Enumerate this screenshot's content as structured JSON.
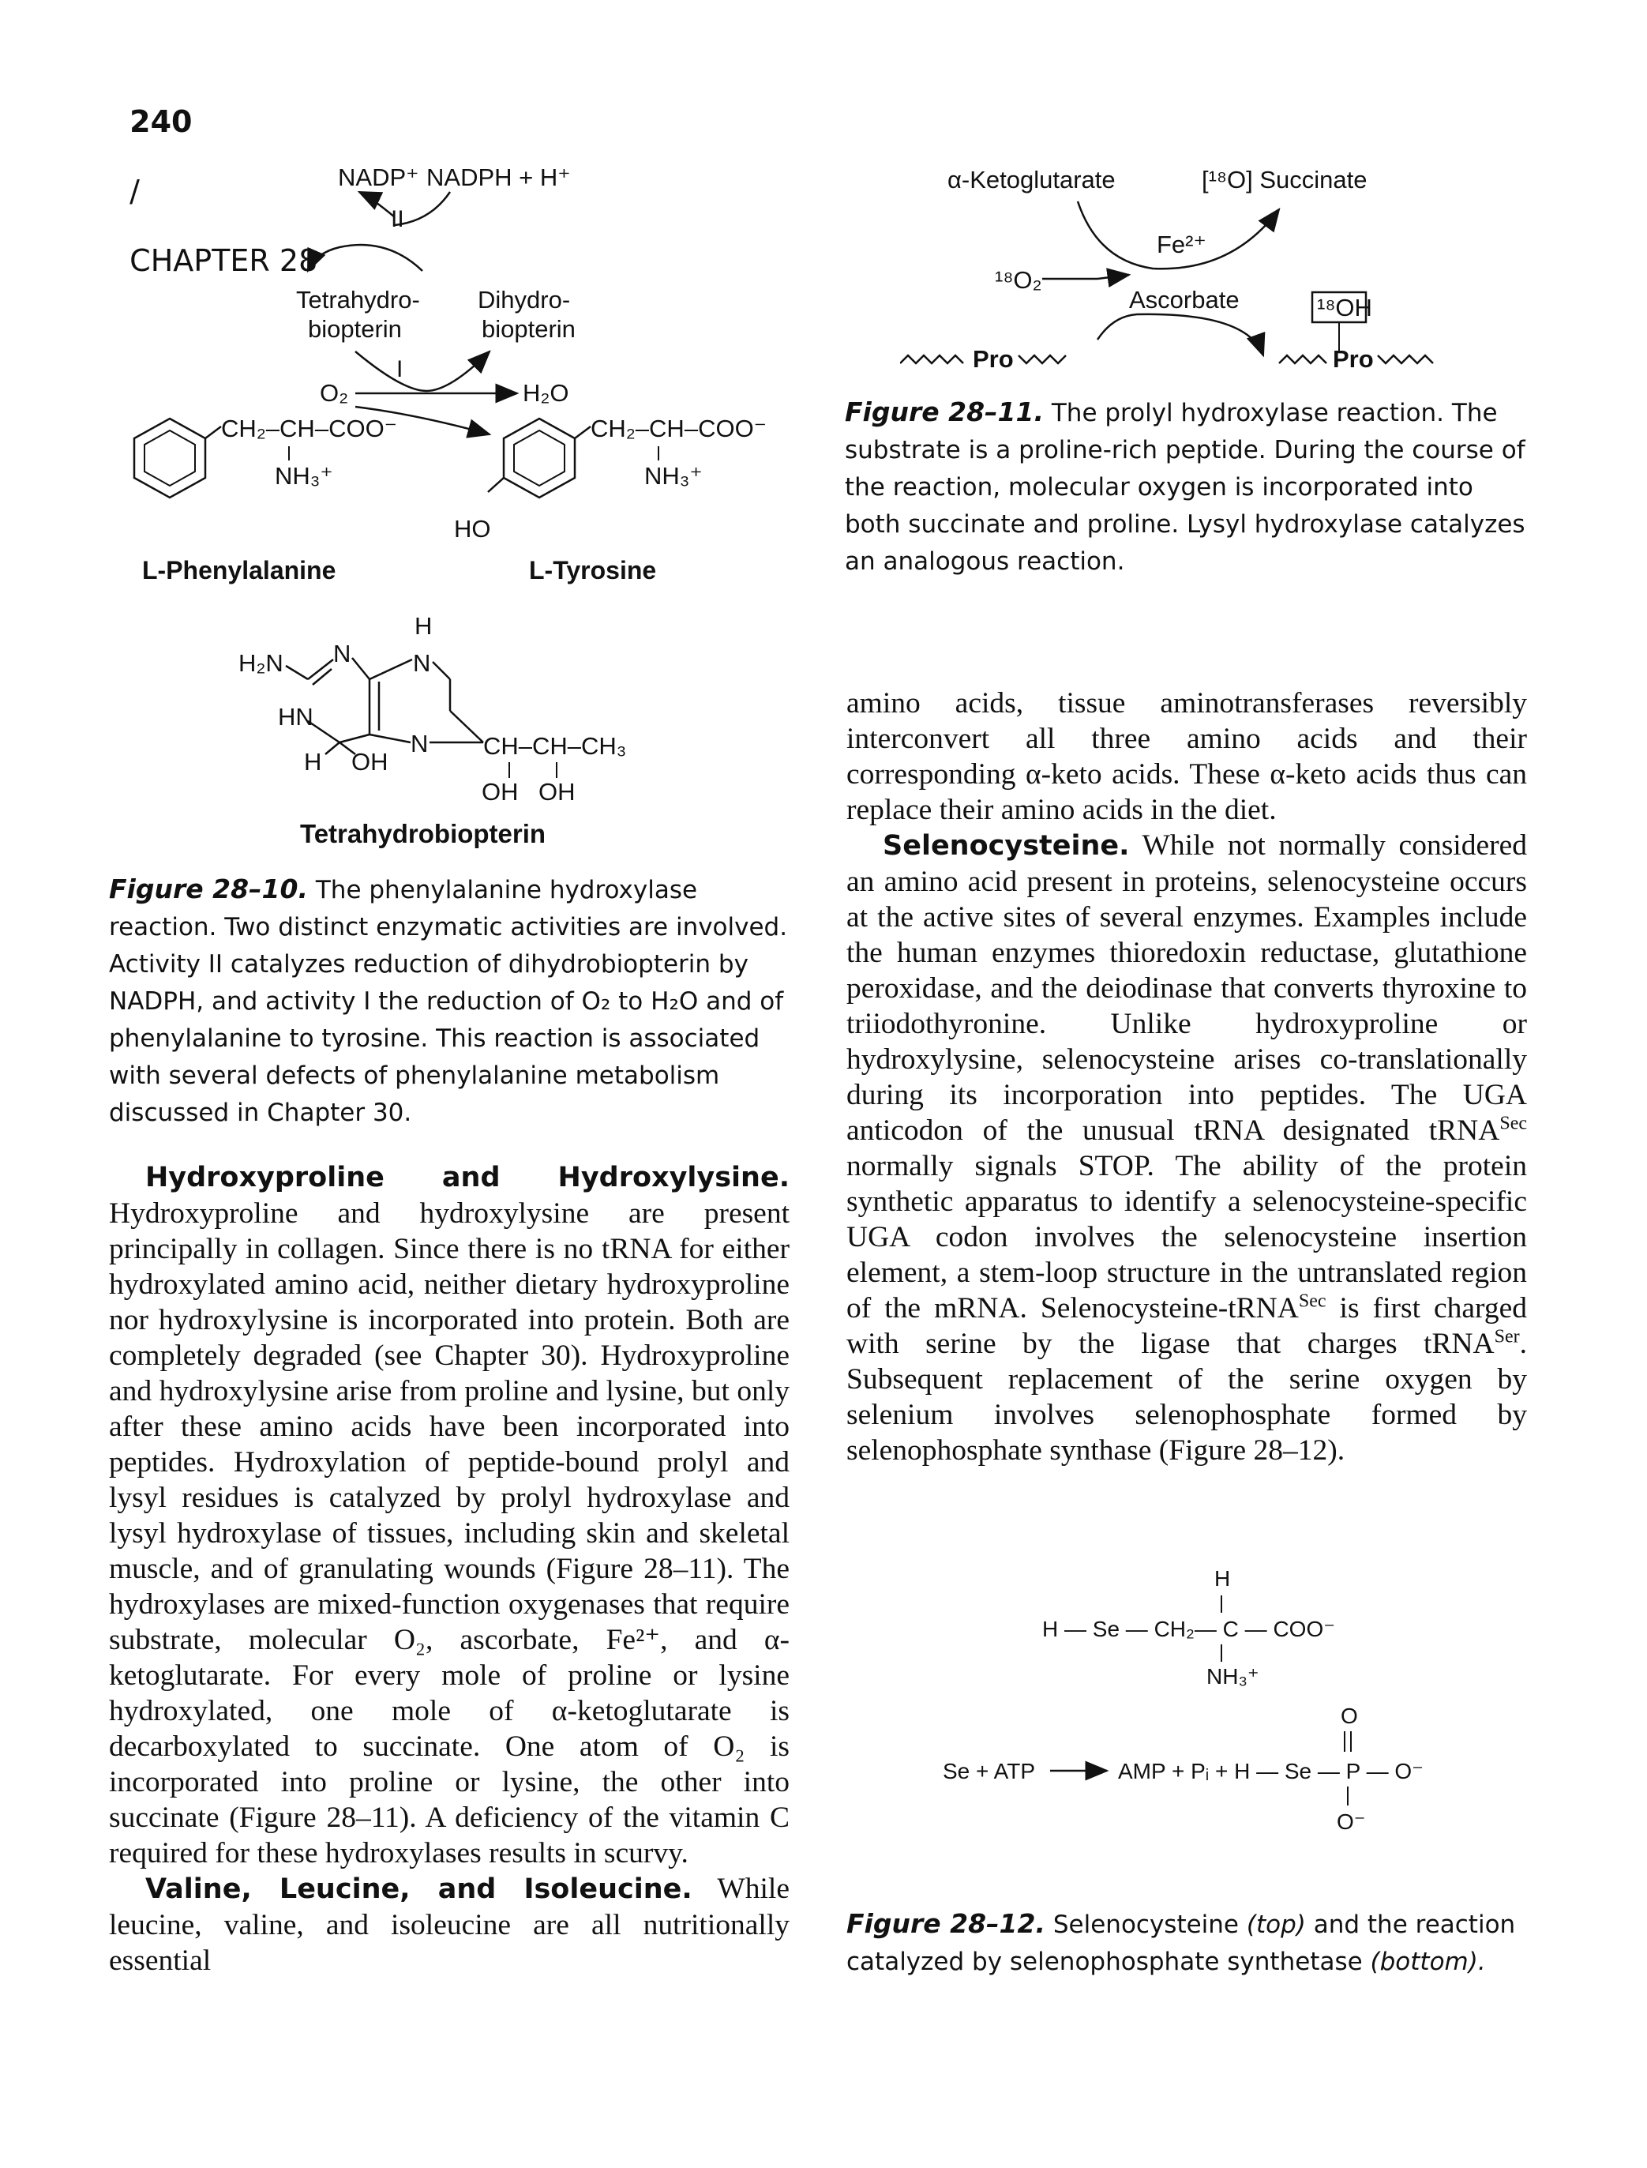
{
  "header": {
    "page_number": "240",
    "separator": "/",
    "chapter": "CHAPTER 28"
  },
  "figure_10": {
    "labels": {
      "nadp": "NADP⁺",
      "nadph": "NADPH + H⁺",
      "activity_2": "II",
      "thb_line1": "Tetrahydro-",
      "thb_line2": "biopterin",
      "dhb_line1": "Dihydro-",
      "dhb_line2": "biopterin",
      "activity_1": "I",
      "o2": "O₂",
      "h2o": "H₂O",
      "phe_chain": "CH₂–CH–COO⁻",
      "phe_amine": "NH₃⁺",
      "tyr_chain": "CH₂–CH–COO⁻",
      "tyr_amine": "NH₃⁺",
      "tyr_ho": "HO",
      "phe_name": "L-Phenylalanine",
      "tyr_name": "L-Tyrosine",
      "bh4_h2n": "H₂N",
      "bh4_n1": "N",
      "bh4_h_top": "H",
      "bh4_n2": "N",
      "bh4_hn": "HN",
      "bh4_n3": "N",
      "bh4_h": "H",
      "bh4_oh": "OH",
      "bh4_chain": "CH–CH–CH₃",
      "bh4_oh1": "OH",
      "bh4_oh2": "OH",
      "bh4_name": "Tetrahydrobiopterin"
    },
    "caption_label": "Figure 28–10.",
    "caption_text": "The phenylalanine hydroxylase reaction. Two distinct enzymatic activities are involved. Activity II catalyzes reduction of dihydrobiopterin by NADPH, and activity I the reduction of O₂ to H₂O and of phenylalanine to tyrosine. This reaction is associated with several defects of phenylalanine metabolism discussed in Chapter 30."
  },
  "figure_11": {
    "labels": {
      "akg": "α-Ketoglutarate",
      "succinate": "[¹⁸O] Succinate",
      "fe": "Fe²⁺",
      "o2": "¹⁸O₂",
      "ascorbate": "Ascorbate",
      "oh": "¹⁸OH",
      "pro_left": "Pro",
      "pro_right": "Pro"
    },
    "caption_label": "Figure 28–11.",
    "caption_text": "The prolyl hydroxylase reaction. The substrate is a proline-rich peptide. During the course of the reaction, molecular oxygen is incorporated into both succinate and proline. Lysyl hydroxylase catalyzes an analogous reaction."
  },
  "figure_12": {
    "labels": {
      "h_top": "H",
      "sec_formula": "H — Se — CH₂— C — COO⁻",
      "sec_amine": "NH₃⁺",
      "o_top": "O",
      "reactants": "Se + ATP",
      "products": "AMP + Pᵢ + H — Se — P — O⁻",
      "o_bottom": "O⁻"
    },
    "caption_label": "Figure 28–12.",
    "caption_text_1": "Selenocysteine ",
    "caption_italic_1": "(top)",
    "caption_text_2": " and the reaction catalyzed by selenophosphate synthetase ",
    "caption_italic_2": "(bottom)."
  },
  "left_column": {
    "heading_1": "Hydroxyproline and Hydroxylysine.",
    "para_1": "Hydroxyproline and hydroxylysine are present principally in collagen. Since there is no tRNA for either hydroxylated amino acid, neither dietary hydroxyproline nor hydroxylysine is incorporated into protein. Both are completely degraded (see Chapter 30). Hydroxyproline and hydroxylysine arise from proline and lysine, but only after these amino acids have been incorporated into peptides. Hydroxylation of peptide-bound prolyl and lysyl residues is catalyzed by prolyl hydroxylase and lysyl hydroxylase of tissues, including skin and skeletal muscle, and of granulating wounds (Figure 28–11). The hydroxylases are mixed-function oxygenases that require substrate, molecular O₂, ascorbate, Fe²⁺, and α-ketoglutarate. For every mole of proline or lysine hydroxylated, one mole of α-ketoglutarate is decarboxylated to succinate. One atom of O₂ is incorporated into proline or lysine, the other into succinate (Figure 28–11). A deficiency of the vitamin C required for these hydroxylases results in scurvy.",
    "heading_2": "Valine, Leucine, and Isoleucine.",
    "para_2": "While leucine, valine, and isoleucine are all nutritionally essential"
  },
  "right_column": {
    "para_0": "amino acids, tissue aminotransferases reversibly interconvert all three amino acids and their corresponding α-keto acids. These α-keto acids thus can replace their amino acids in the diet.",
    "heading_1": "Selenocysteine.",
    "para_1": "While not normally considered an amino acid present in proteins, selenocysteine occurs at the active sites of several enzymes. Examples include the human enzymes thioredoxin reductase, glutathione peroxidase, and the deiodinase that converts thyroxine to triiodothyronine. Unlike hydroxyproline or hydroxylysine, selenocysteine arises co-translationally during its incorporation into peptides. The UGA anticodon of the unusual tRNA designated tRNA^Sec normally signals STOP. The ability of the protein synthetic apparatus to identify a selenocysteine-specific UGA codon involves the selenocysteine insertion element, a stem-loop structure in the untranslated region of the mRNA. Selenocysteine-tRNA^Sec is first charged with serine by the ligase that charges tRNA^Ser. Subsequent replacement of the serine oxygen by selenium involves selenophosphate formed by selenophosphate synthase (Figure 28–12)."
  }
}
